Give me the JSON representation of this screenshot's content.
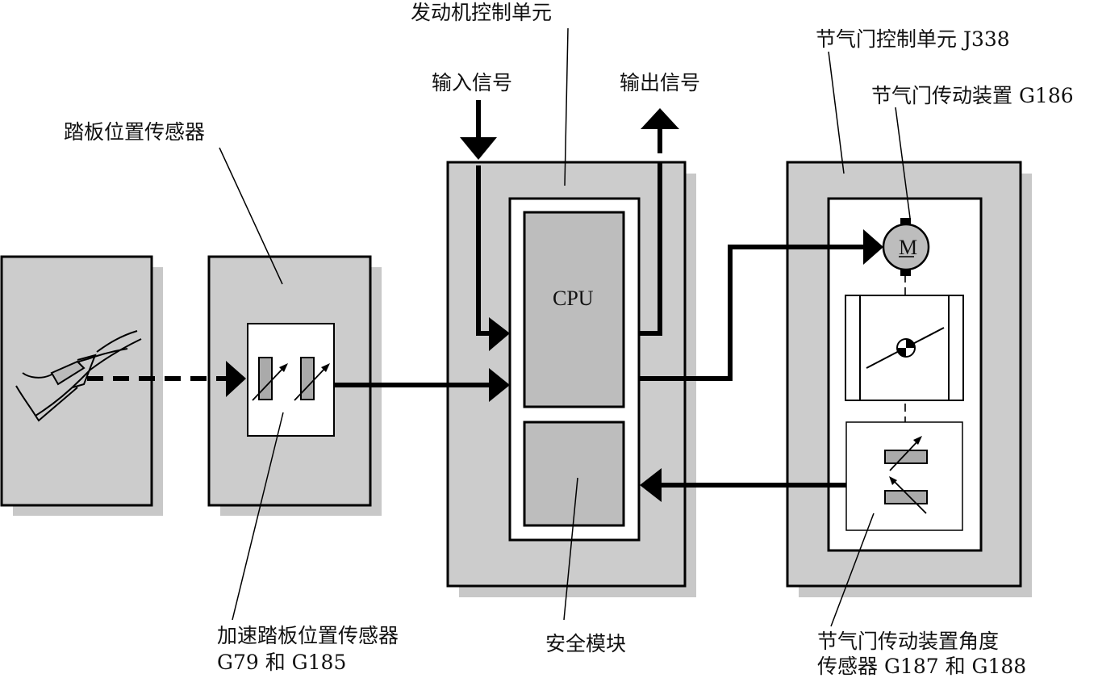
{
  "labels": {
    "ecu_title": "发动机控制单元",
    "input_signal": "输入信号",
    "output_signal": "输出信号",
    "pedal_sensor": "踏板位置传感器",
    "throttle_unit": "节气门控制单元 J338",
    "throttle_actuator": "节气门传动装置 G186",
    "cpu": "CPU",
    "motor": "M",
    "accel_sensor_line1": "加速踏板位置传感器",
    "accel_sensor_line2": "G79 和 G185",
    "safety_module": "安全模块",
    "angle_sensor_line1": "节气门传动装置角度",
    "angle_sensor_line2": "传感器 G187 和 G188"
  },
  "colors": {
    "panel": "#cccccc",
    "shadow": "#c8c8c8",
    "inner_white": "#ffffff",
    "module_gray": "#bdbdbd",
    "ink": "#000000"
  }
}
